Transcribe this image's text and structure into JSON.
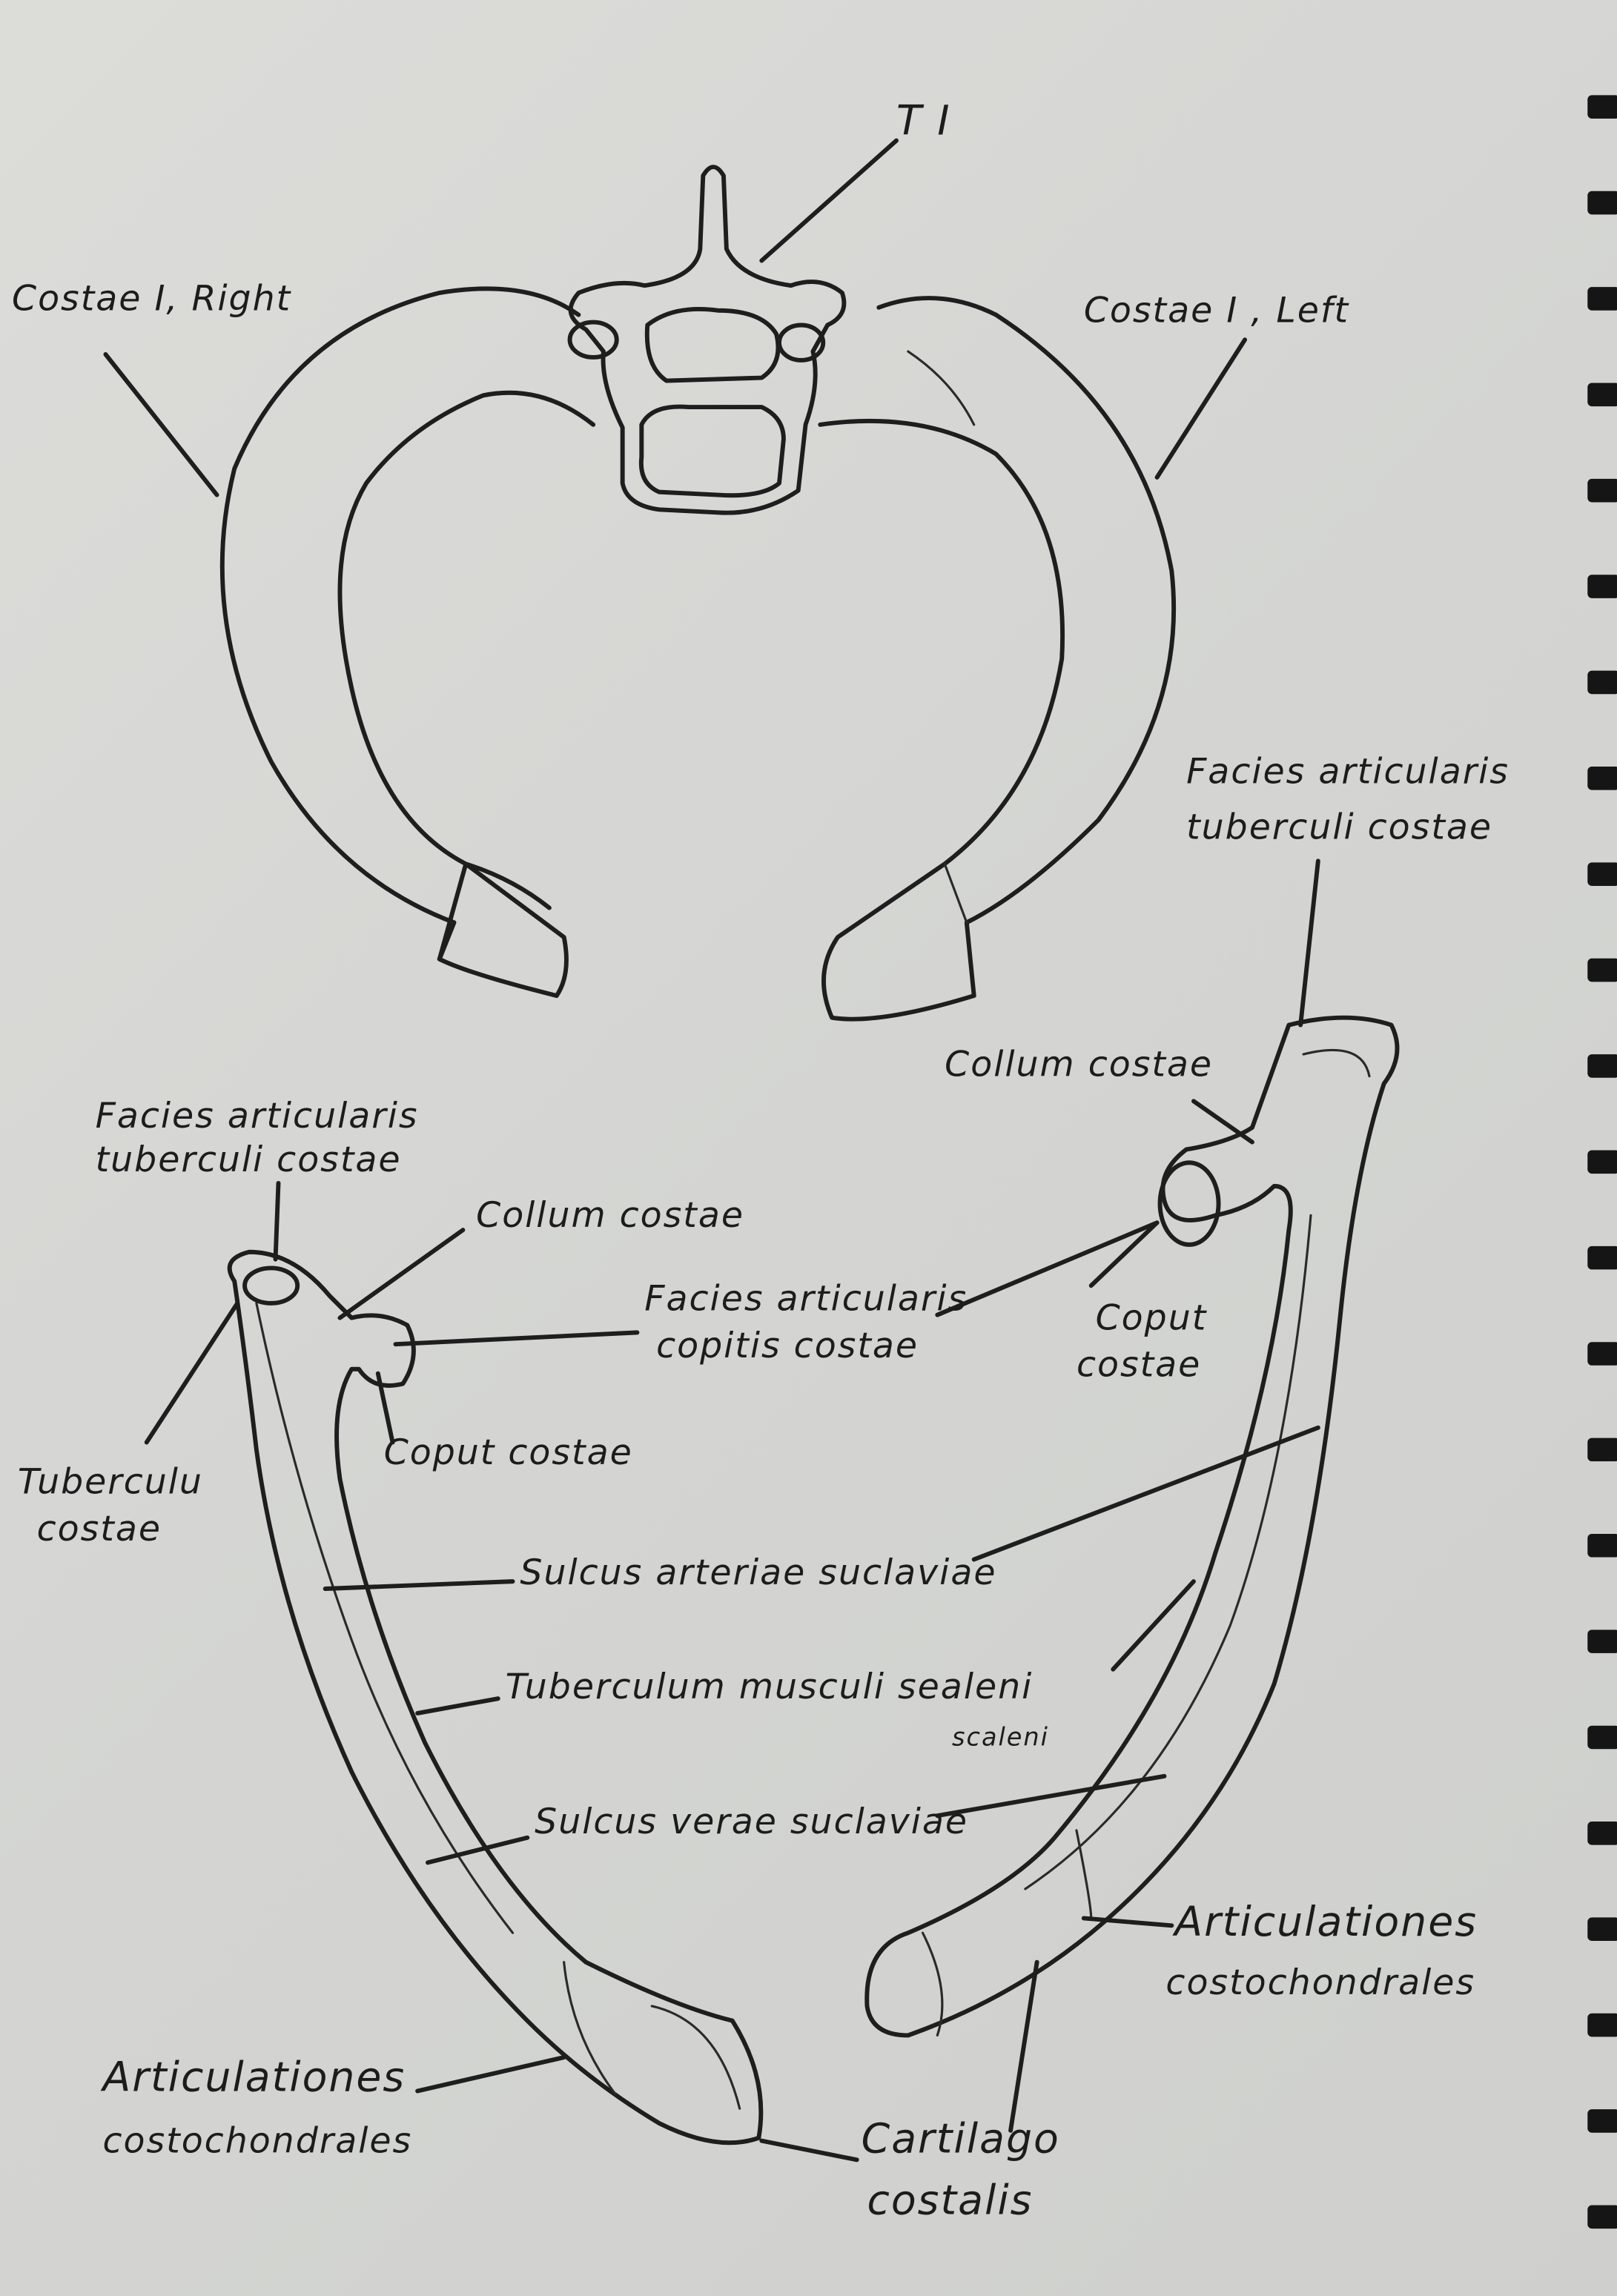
{
  "title": "T I",
  "labels": {
    "costae_right": "Costae I, Right",
    "costae_left": "Costae I , Left",
    "right_facies_tuberculi_1": "Facies articularis",
    "right_facies_tuberculi_2": "tuberculi costae",
    "right_collum": "Collum costae",
    "right_caput_1": "Coput",
    "right_caput_2": "costae",
    "left_facies_tuberculi_1": "Facies articularis",
    "left_facies_tuberculi_2": "tuberculi costae",
    "left_collum": "Collum costae",
    "facies_capitis_1": "Facies articularis",
    "facies_capitis_2": "copitis costae",
    "tuberculum_1": "Tuberculu",
    "tuberculum_2": "costae",
    "left_caput": "Coput costae",
    "sulcus_arteriae": "Sulcus arteriae suclaviae",
    "tuberculum_scaleni": "Tuberculum musculi sealeni",
    "tuberculum_scaleni_correction": "scaleni",
    "sulcus_venae": "Sulcus verae suclaviae",
    "right_artic_1": "Articulationes",
    "right_artic_2": "costochondrales",
    "left_artic_1": "Articulationes",
    "left_artic_2": "costochondrales",
    "cartilago_1": "Cartilago",
    "cartilago_2": "costalis"
  },
  "colors": {
    "paper": "#d6d7d4",
    "ink": "#1e1e1e"
  }
}
